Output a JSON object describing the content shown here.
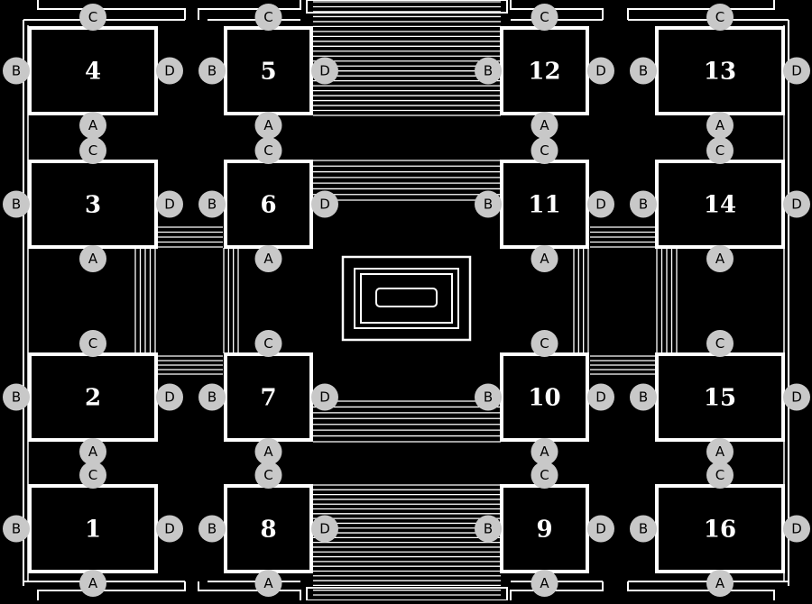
{
  "colors": {
    "background": "#000000",
    "lines": "#ffffff",
    "port_fill": "#c8c8c8",
    "port_text": "#000000"
  },
  "rooms": [
    {
      "number": "1",
      "ports": {
        "top": "C",
        "left": "B",
        "right": "D",
        "bottom": "A"
      }
    },
    {
      "number": "2",
      "ports": {
        "top": "C",
        "left": "B",
        "right": "D",
        "bottom": "A"
      }
    },
    {
      "number": "3",
      "ports": {
        "top": "C",
        "left": "B",
        "right": "D",
        "bottom": "A"
      }
    },
    {
      "number": "4",
      "ports": {
        "top": "C",
        "left": "B",
        "right": "D",
        "bottom": "A"
      }
    },
    {
      "number": "5",
      "ports": {
        "top": "C",
        "left": "B",
        "right": "D",
        "bottom": "A"
      }
    },
    {
      "number": "6",
      "ports": {
        "top": "C",
        "left": "B",
        "right": "D",
        "bottom": "A"
      }
    },
    {
      "number": "7",
      "ports": {
        "top": "C",
        "left": "B",
        "right": "D",
        "bottom": "A"
      }
    },
    {
      "number": "8",
      "ports": {
        "top": "C",
        "left": "B",
        "right": "D",
        "bottom": "A"
      }
    },
    {
      "number": "9",
      "ports": {
        "top": "C",
        "left": "B",
        "right": "D",
        "bottom": "A"
      }
    },
    {
      "number": "10",
      "ports": {
        "top": "C",
        "left": "B",
        "right": "D",
        "bottom": "A"
      }
    },
    {
      "number": "11",
      "ports": {
        "top": "C",
        "left": "B",
        "right": "D",
        "bottom": "A"
      }
    },
    {
      "number": "12",
      "ports": {
        "top": "C",
        "left": "B",
        "right": "D",
        "bottom": "A"
      }
    },
    {
      "number": "13",
      "ports": {
        "top": "C",
        "left": "B",
        "right": "D",
        "bottom": "A"
      }
    },
    {
      "number": "14",
      "ports": {
        "top": "C",
        "left": "B",
        "right": "D",
        "bottom": "A"
      }
    },
    {
      "number": "15",
      "ports": {
        "top": "C",
        "left": "B",
        "right": "D",
        "bottom": "A"
      }
    },
    {
      "number": "16",
      "ports": {
        "top": "C",
        "left": "B",
        "right": "D",
        "bottom": "A"
      }
    }
  ]
}
